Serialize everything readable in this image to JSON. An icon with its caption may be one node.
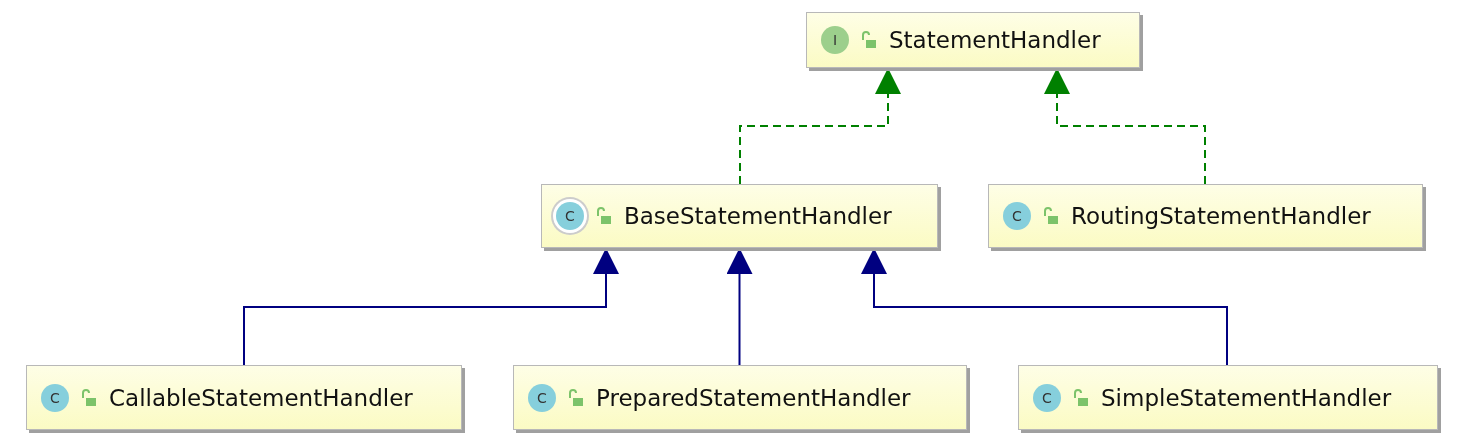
{
  "diagram": {
    "nodes": [
      {
        "text": [
          "I",
          "StatementHandler"
        ]
      },
      {
        "text": [
          "C",
          "BaseStatementHandler"
        ]
      },
      {
        "text": [
          "C",
          "RoutingStatementHandler"
        ]
      },
      {
        "text": [
          "C",
          "CallableStatementHandler"
        ]
      },
      {
        "text": [
          "C",
          "PreparedStatementHandler"
        ]
      },
      {
        "text": [
          "C",
          "SimpleStatementHandler"
        ]
      }
    ],
    "edges": [
      {
        "from": 1,
        "to": 0,
        "arrow": "to",
        "style": "dashed",
        "color": "#008000"
      },
      {
        "from": 2,
        "to": 0,
        "arrow": "to",
        "style": "dashed",
        "color": "#008000"
      },
      {
        "from": 3,
        "to": 1,
        "arrow": "to"
      },
      {
        "from": 4,
        "to": 1,
        "arrow": "to"
      },
      {
        "from": 5,
        "to": 1,
        "arrow": "to"
      }
    ]
  }
}
